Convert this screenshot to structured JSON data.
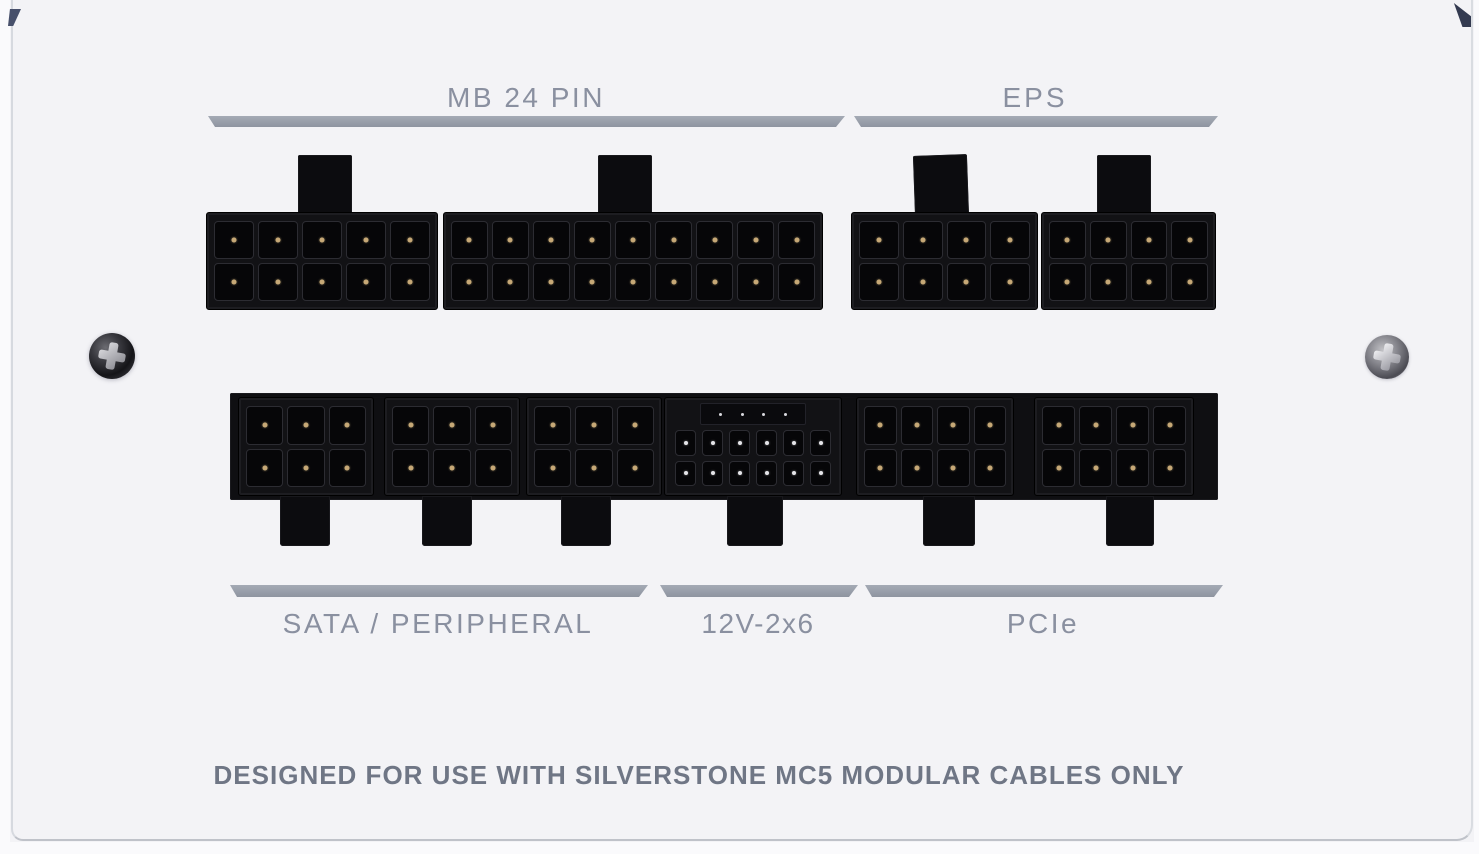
{
  "labels": {
    "mb24": "MB 24 PIN",
    "eps": "EPS",
    "sata": "SATA / PERIPHERAL",
    "v12": "12V-2x6",
    "pcie": "PCIe"
  },
  "note": "DESIGNED FOR USE WITH SILVERSTONE MC5 MODULAR CABLES ONLY",
  "colors": {
    "panel": "#f3f3f6",
    "label_text": "#8a90a0",
    "divider_bar": "#99a0ab",
    "note_text": "#6f7685",
    "connector_body": "#121215",
    "pin_hole": "#060608",
    "pin_contact_gold": "#c6a876",
    "pin_contact_silver": "#e6e6ea"
  },
  "icons": {
    "left_screw": "phillips-screw-icon",
    "right_screw": "phillips-screw-icon"
  },
  "connectors": {
    "mb10": {
      "group": "mb24",
      "cols": 5,
      "rows": 2,
      "pin": "gold"
    },
    "mb18": {
      "group": "mb24",
      "cols": 9,
      "rows": 2,
      "pin": "gold"
    },
    "eps1": {
      "group": "eps",
      "cols": 4,
      "rows": 2,
      "pin": "gold"
    },
    "eps2": {
      "group": "eps",
      "cols": 4,
      "rows": 2,
      "pin": "gold"
    },
    "sata1": {
      "group": "sata",
      "cols": 3,
      "rows": 2,
      "pin": "gold"
    },
    "sata2": {
      "group": "sata",
      "cols": 3,
      "rows": 2,
      "pin": "gold"
    },
    "sata3": {
      "group": "sata",
      "cols": 3,
      "rows": 2,
      "pin": "gold"
    },
    "v12": {
      "group": "v12",
      "cols": 6,
      "rows": 2,
      "pin": "silver",
      "sense_pins": 4
    },
    "pcie1": {
      "group": "pcie",
      "cols": 4,
      "rows": 2,
      "pin": "gold"
    },
    "pcie2": {
      "group": "pcie",
      "cols": 4,
      "rows": 2,
      "pin": "gold"
    }
  }
}
